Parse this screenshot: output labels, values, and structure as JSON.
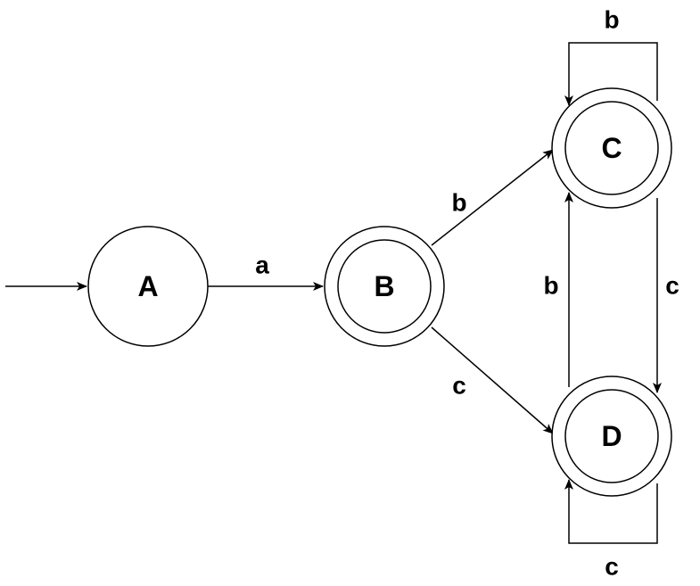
{
  "diagram": {
    "states": [
      {
        "id": "A",
        "label": "A",
        "accepting": false,
        "initial": true
      },
      {
        "id": "B",
        "label": "B",
        "accepting": true,
        "initial": false
      },
      {
        "id": "C",
        "label": "C",
        "accepting": true,
        "initial": false
      },
      {
        "id": "D",
        "label": "D",
        "accepting": true,
        "initial": false
      }
    ],
    "transitions": [
      {
        "from": "A",
        "to": "B",
        "label": "a"
      },
      {
        "from": "B",
        "to": "C",
        "label": "b"
      },
      {
        "from": "B",
        "to": "D",
        "label": "c"
      },
      {
        "from": "C",
        "to": "C",
        "label": "b"
      },
      {
        "from": "C",
        "to": "D",
        "label": "c"
      },
      {
        "from": "D",
        "to": "C",
        "label": "b"
      },
      {
        "from": "D",
        "to": "D",
        "label": "c"
      }
    ]
  },
  "colors": {
    "stroke": "#000000",
    "background": "#ffffff"
  }
}
